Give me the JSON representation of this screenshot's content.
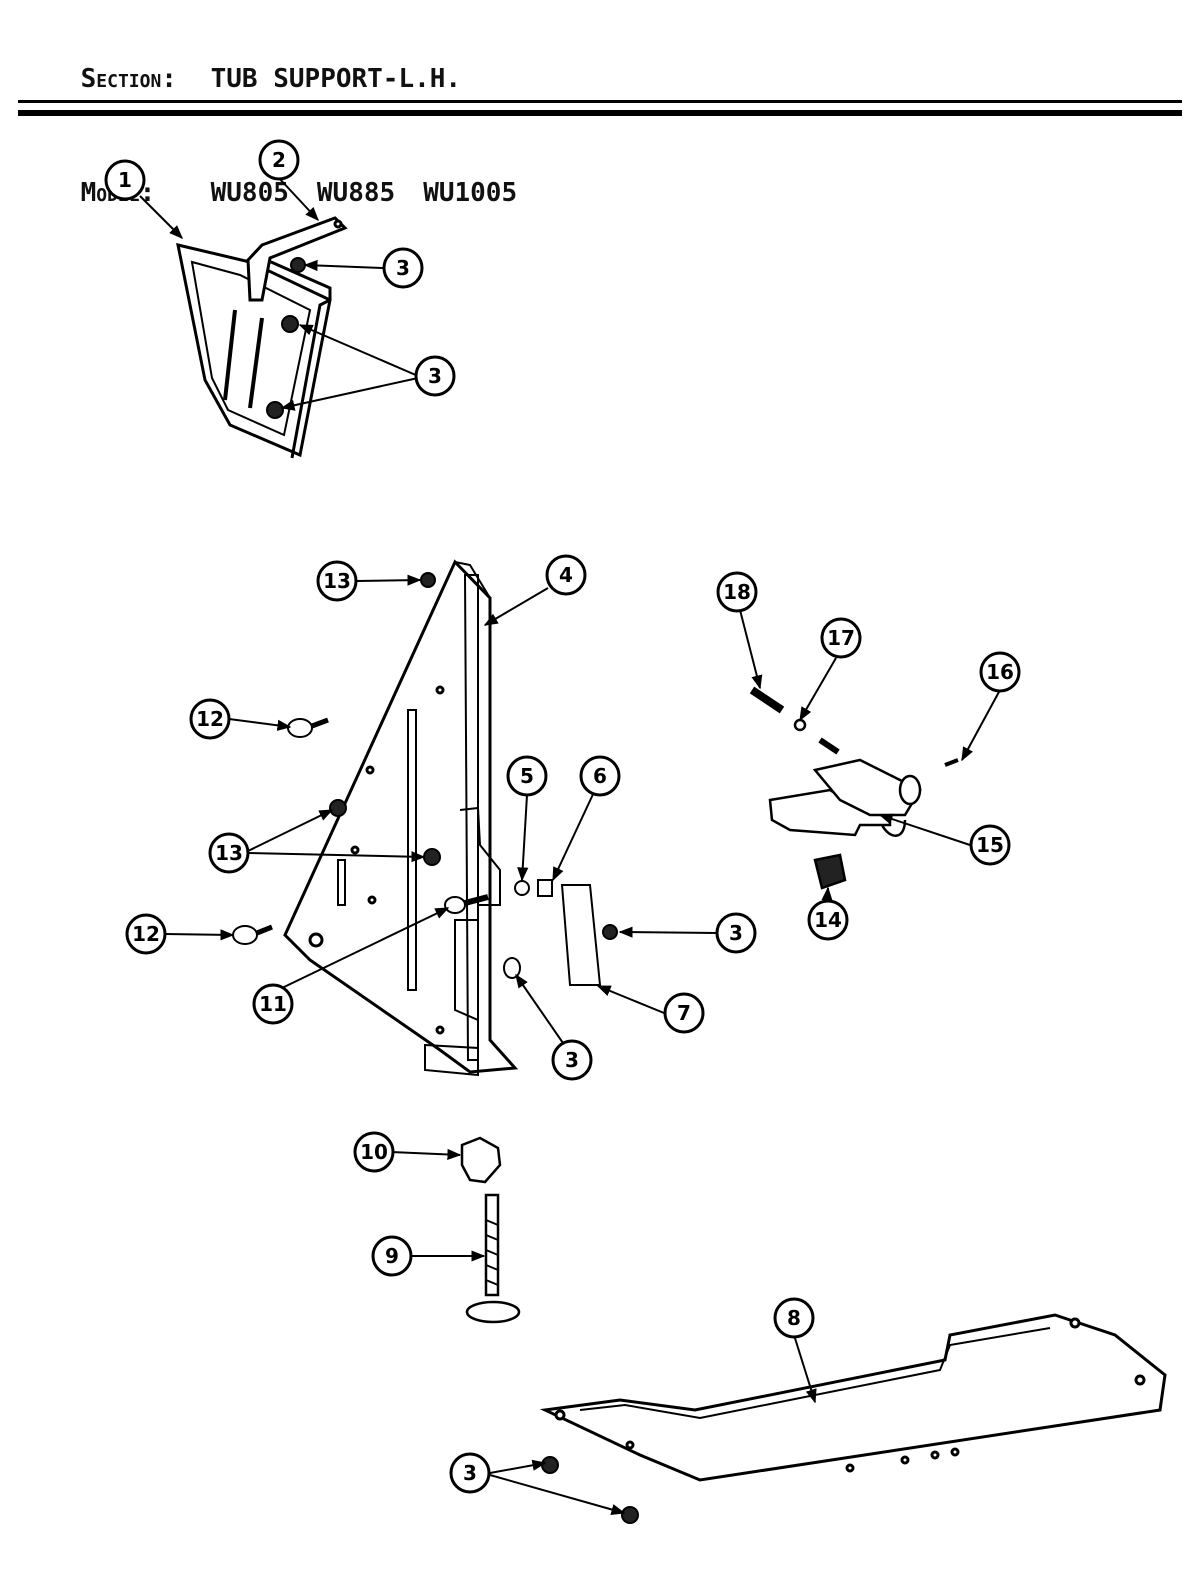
{
  "header": {
    "section_label": "Section:",
    "section_value": "TUB SUPPORT-L.H.",
    "model_label": "Model:",
    "models": [
      "WU805",
      "WU885",
      "WU1005"
    ]
  },
  "callouts": {
    "c1": "1",
    "c2": "2",
    "c3a": "3",
    "c3b": "3",
    "c4": "4",
    "c5": "5",
    "c6": "6",
    "c3c": "3",
    "c7": "7",
    "c3d": "3",
    "c8": "8",
    "c9": "9",
    "c10": "10",
    "c11": "11",
    "c12a": "12",
    "c12b": "12",
    "c13a": "13",
    "c13b": "13",
    "c14": "14",
    "c15": "15",
    "c16": "16",
    "c17": "17",
    "c18": "18",
    "c3e": "3"
  }
}
